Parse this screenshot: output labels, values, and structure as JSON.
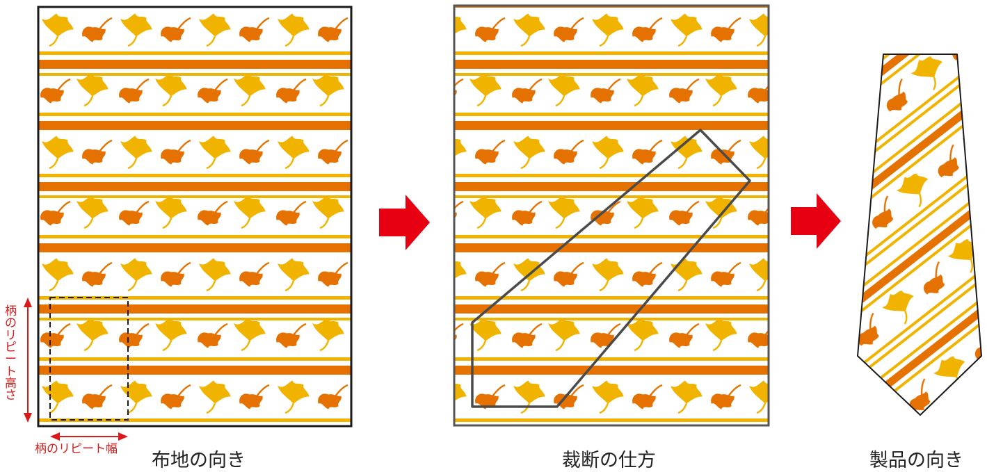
{
  "captions": {
    "fabric": "布地の向き",
    "cutting": "裁断の仕方",
    "product": "製品の向き"
  },
  "annotations": {
    "repeat_height": "柄のリピート高さ",
    "repeat_width": "柄のリピート幅"
  },
  "colors": {
    "yellow_leaf": "#f0b400",
    "orange_leaf": "#e57200",
    "orange_stripe": "#e57200",
    "yellow_stripe": "#f0b400",
    "arrow_red": "#e60012",
    "frame_dark": "#1a1a1a",
    "frame_gray": "#555555",
    "annotation_red": "#d81a1a"
  },
  "icons": {
    "flow_arrow": "right-arrow-icon",
    "leaf": "ginkgo-leaf-icon",
    "repeat_marker": "double-arrow-icon"
  }
}
